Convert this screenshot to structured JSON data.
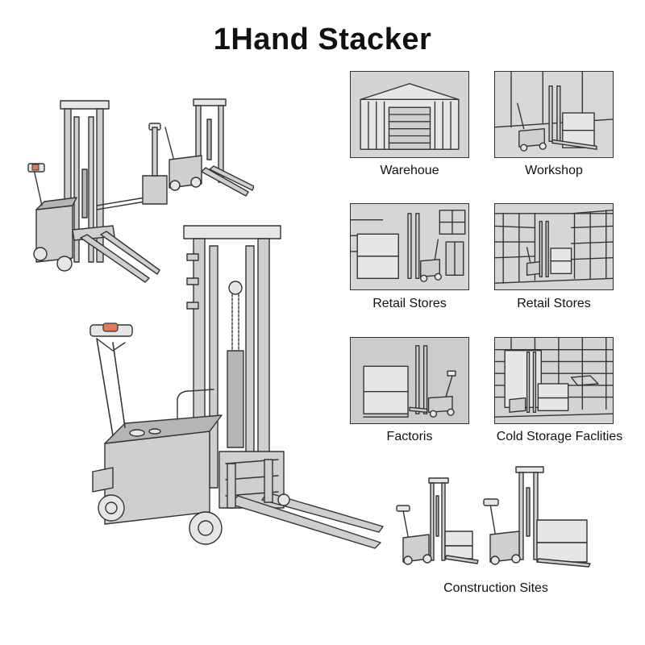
{
  "title": "1Hand Stacker",
  "scenes": [
    {
      "label": "Warehoue",
      "icon": "warehouse-building-icon"
    },
    {
      "label": "Workshop",
      "icon": "workshop-stacker-icon"
    },
    {
      "label": "Retail Stores",
      "icon": "retail-store-stacker-icon"
    },
    {
      "label": "Retail Stores",
      "icon": "retail-store-shelving-icon"
    },
    {
      "label": "Factoris",
      "icon": "factory-stacker-icon"
    },
    {
      "label": "Cold Storage Faclities",
      "icon": "cold-storage-stacker-icon"
    },
    {
      "label": "Construction Sites",
      "icon": "construction-stackers-icon"
    }
  ],
  "colors": {
    "background": "#ffffff",
    "thumbnail_fill": "#cfcfcf",
    "line": "#333333",
    "handle_grip": "#e07a5f"
  }
}
